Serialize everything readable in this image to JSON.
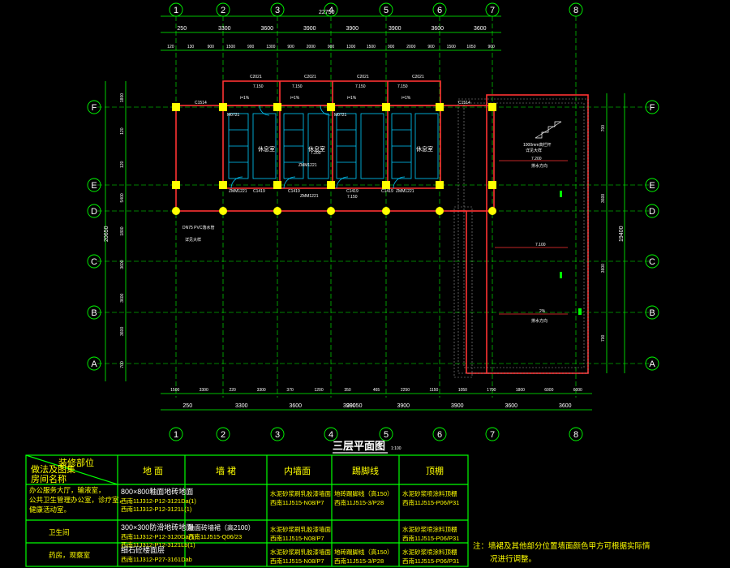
{
  "drawing": {
    "title": "三层平面图",
    "scale": "1:100",
    "top_total": "22750",
    "bottom_total": "29050",
    "left_total": "20650",
    "right_total": "19400",
    "note_line1": "注：墙裙及其他部分位置墙面颜色甲方可根据实际情",
    "note_line2": "况进行调整。"
  },
  "axes": {
    "columns": [
      "1",
      "2",
      "3",
      "4",
      "5",
      "6",
      "7",
      "8"
    ],
    "rows": [
      "F",
      "E",
      "D",
      "C",
      "B",
      "A"
    ]
  },
  "dims": {
    "top_row1": [
      "250",
      "3300",
      "3600",
      "3900",
      "3900",
      "3900",
      "3600",
      "3600"
    ],
    "top_row2": [
      "120",
      "130",
      "900",
      "1500",
      "900",
      "1300",
      "900",
      "2000",
      "900",
      "1300",
      "1500",
      "900",
      "2000",
      "900",
      "1500",
      "1050",
      "900"
    ],
    "bottom_row1": [
      "1500",
      "3300",
      "220",
      "3300",
      "370",
      "1200",
      "350",
      "465",
      "2250",
      "1150",
      "1050",
      "1700",
      "1800",
      "6000",
      "6000"
    ],
    "bottom_row2": [
      "250",
      "3300",
      "3600",
      "3900",
      "3900",
      "3900",
      "3600",
      "3600"
    ],
    "left": [
      "1800",
      "120",
      "120",
      "5400",
      "1800",
      "3600",
      "3600",
      "3600",
      "700"
    ],
    "right": [
      "700",
      "3600",
      "3600",
      "700"
    ]
  },
  "labels": {
    "windows": [
      "C2021",
      "C2021",
      "C2021",
      "C2021",
      "C1514",
      "C1514",
      "C1419",
      "C1419",
      "C1419",
      "C1419"
    ],
    "doors": [
      "M0721",
      "M0721",
      "ZMM1221",
      "ZMM1221",
      "ZMM1221",
      "ZMM1221"
    ],
    "elevations": [
      "7.150",
      "7.150",
      "7.150",
      "7.150",
      "7.200",
      "7.200",
      "7.150",
      "7.100"
    ],
    "rooms": [
      "休息室",
      "休息室",
      "休息室"
    ],
    "slopes": [
      "i=1%",
      "i=1%",
      "i=1%",
      "i=1%"
    ],
    "pipe": "DN75 PVC落水管",
    "pipe_sub": "详见大样",
    "roof_note": "1000mm高栏杆",
    "roof_note2": "详见大样",
    "roof_drain": "排水方向",
    "roof_drain2": "2%",
    "roof_drain3": "排水方向"
  },
  "table": {
    "header_top": "装修部位",
    "header_left": "做法及图集",
    "header_left2": "房间名称",
    "columns": [
      "地  面",
      "墙  裙",
      "内墙面",
      "踢脚线",
      "顶棚"
    ],
    "rows": [
      {
        "room_lines": [
          "办公服务大厅，输液室，",
          "公共卫生管理办公室，诊疗室，",
          "健康活动室。"
        ],
        "floor_main": "800×800釉面地砖地面",
        "floor_ref": [
          "西南11J312-P12-3121Da(1)",
          "西南11J312-P12-3121L(1)"
        ],
        "dado": "",
        "wall_main": "水泥砂浆刷乳胶漆墙面",
        "wall_ref": "西南11J515-N08/P7",
        "skirting_main": "地砖踢脚线（高150）",
        "skirting_ref": "西南11J515-3/P28",
        "ceiling_main": "水泥砂浆喷涂料顶棚",
        "ceiling_ref": "西南11J515-P06/P31"
      },
      {
        "room_lines": [
          "卫生间"
        ],
        "floor_main": "300×300防滑地砖地面",
        "floor_ref": [
          "西南11J312-P12-3120Da(1)",
          "西南11J312-P12-3121Lb(1)"
        ],
        "dado": "釉面砖墙裙（高2100）",
        "dado_ref": "西南11J515-Q06/23",
        "wall_main": "水泥砂浆刷乳胶漆墙面",
        "wall_ref": "西南11J515-N08/P7",
        "skirting_main": "",
        "skirting_ref": "",
        "ceiling_main": "水泥砂浆喷涂料顶棚",
        "ceiling_ref": "西南11J515-P06/P31"
      },
      {
        "room_lines": [
          "药房，观察室"
        ],
        "floor_main": "细石砼楼面层",
        "floor_ref": [
          "西南11J312-P27-3161Dab"
        ],
        "dado": "",
        "wall_main": "水泥砂浆刷乳胶漆墙面",
        "wall_ref": "西南11J515-N08/P7",
        "skirting_main": "地砖踢脚线（高150）",
        "skirting_ref": "西南11J515-3/P28",
        "ceiling_main": "水泥砂浆喷涂料顶棚",
        "ceiling_ref": "西南11J515-P06/P31"
      }
    ]
  },
  "colors": {
    "background": "#000000",
    "axis": "#00ff00",
    "wall": "#ff3333",
    "column": "#ffff00",
    "fixture": "#00ccff",
    "text": "#ffffff",
    "table_text": "#ffff00"
  }
}
